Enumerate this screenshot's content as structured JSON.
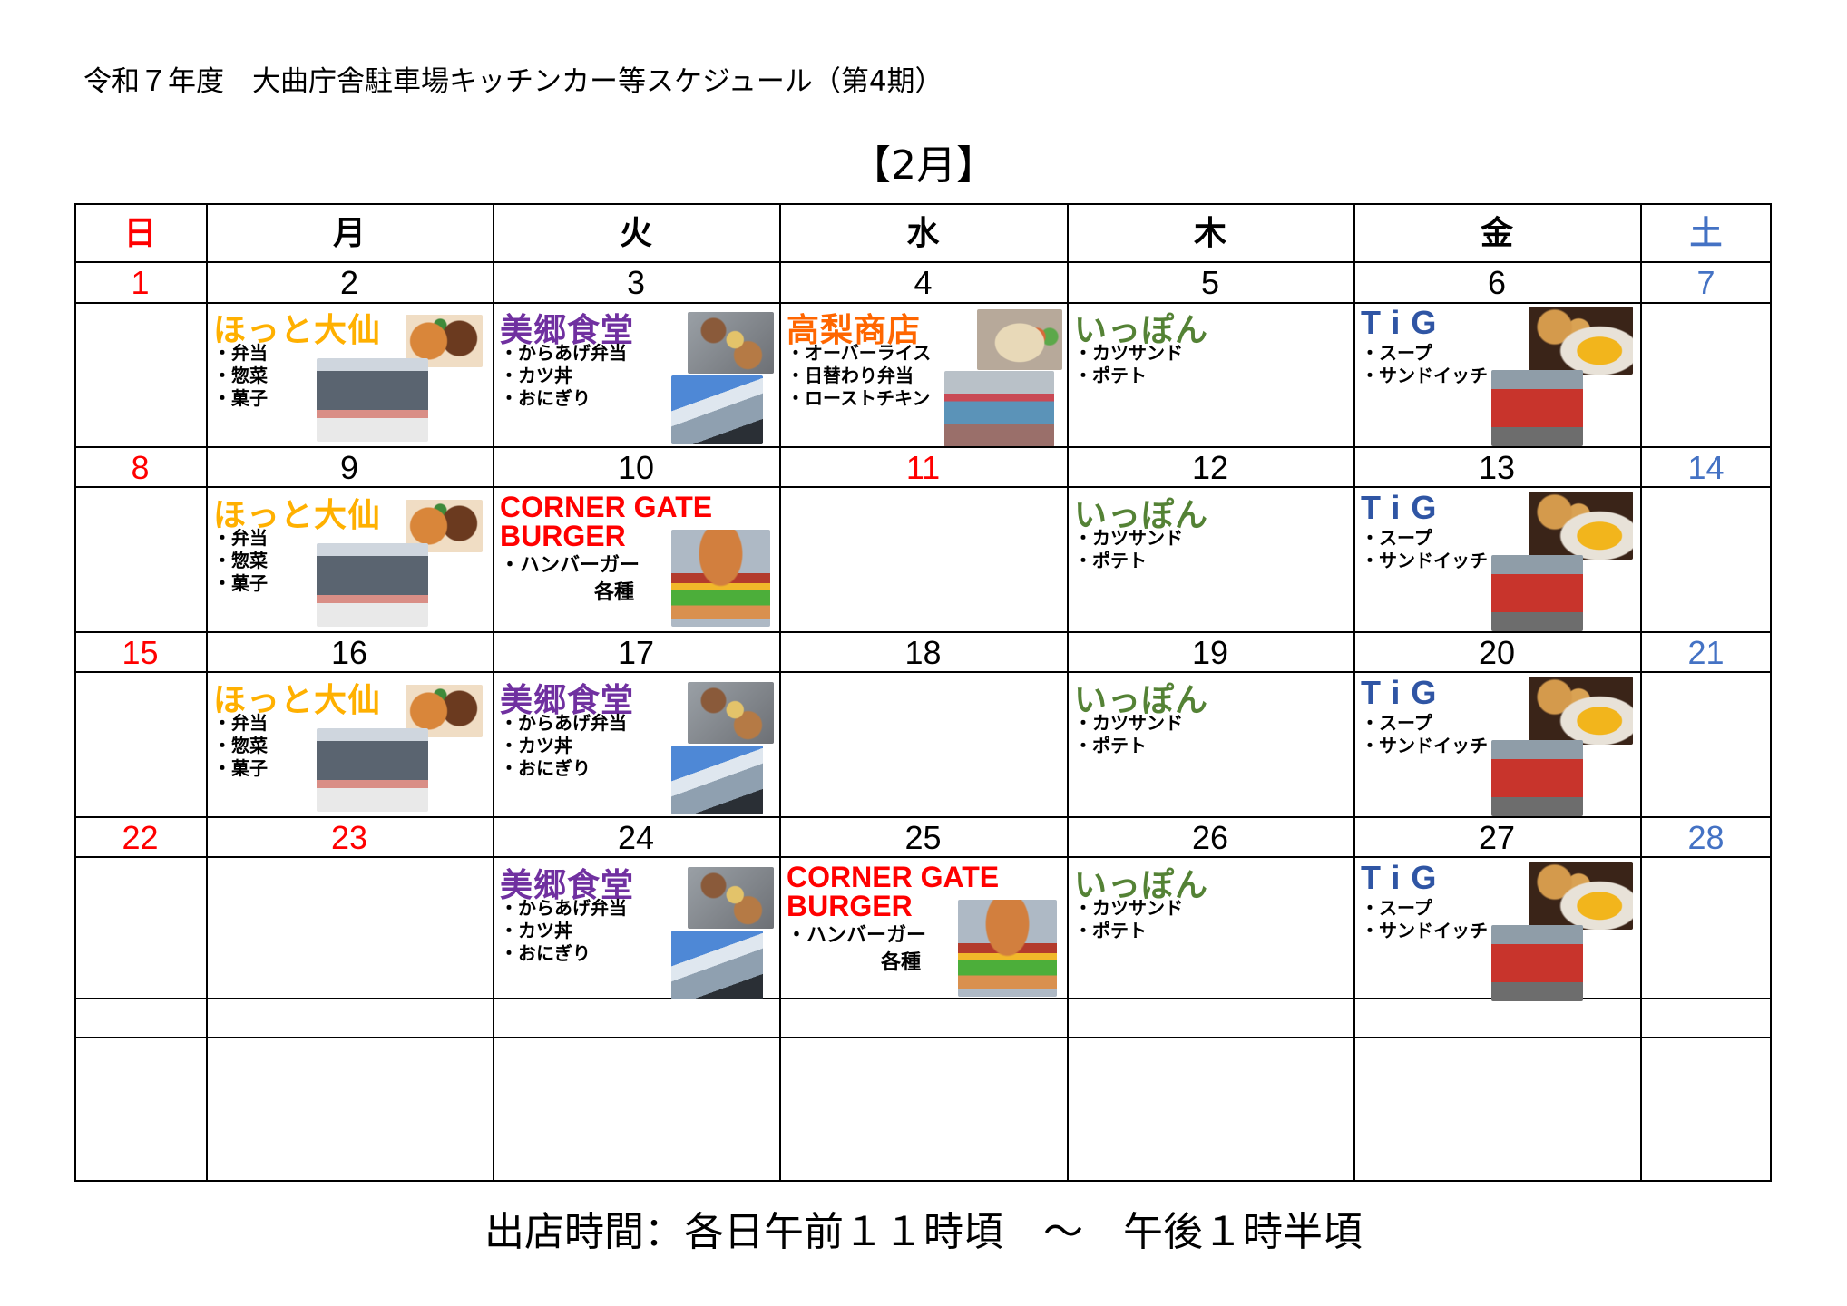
{
  "document": {
    "title": "令和７年度　大曲庁舎駐車場キッチンカー等スケジュール（第4期）",
    "month_label": "【2月】",
    "footer": "出店時間：各日午前１１時頃　～　午後１時半頃"
  },
  "colors": {
    "holiday_red": "#ff0000",
    "saturday_blue": "#4472c4",
    "hotto_daisen": "#ffb000",
    "misato_shokudo": "#7030a0",
    "takanashi_shoten": "#ff6600",
    "ippon": "#548235",
    "tig": "#2f55a4",
    "corner_gate_burger": "#ff0000"
  },
  "weekdays": [
    "日",
    "月",
    "火",
    "水",
    "木",
    "金",
    "土"
  ],
  "vendors": {
    "hotto": {
      "name": "ほっと大仙",
      "items": [
        "・弁当",
        "・惣菜",
        "・菓子"
      ]
    },
    "misato": {
      "name": "美郷食堂",
      "items": [
        "・からあげ弁当",
        "・カツ丼",
        "・おにぎり"
      ]
    },
    "takanashi": {
      "name": "高梨商店",
      "items": [
        "・オーバーライス",
        "・日替わり弁当",
        "・ローストチキン"
      ]
    },
    "ippon": {
      "name": "いっぽん",
      "items": [
        "・カツサンド",
        "・ポテト"
      ]
    },
    "tig": {
      "name": "TiG",
      "items": [
        "・スープ",
        "・サンドイッチ"
      ]
    },
    "burger": {
      "name_line1": "CORNER GATE",
      "name_line2": "BURGER",
      "items": [
        "・ハンバーガー",
        "各種"
      ]
    }
  },
  "weeks": [
    {
      "dates": [
        "1",
        "2",
        "3",
        "4",
        "5",
        "6",
        "7"
      ],
      "red": [
        0
      ],
      "vendors": [
        null,
        "hotto",
        "misato",
        "takanashi",
        "ippon",
        "tig",
        null
      ]
    },
    {
      "dates": [
        "8",
        "9",
        "10",
        "11",
        "12",
        "13",
        "14"
      ],
      "red": [
        0,
        3
      ],
      "vendors": [
        null,
        "hotto",
        "burger",
        null,
        "ippon",
        "tig",
        null
      ]
    },
    {
      "dates": [
        "15",
        "16",
        "17",
        "18",
        "19",
        "20",
        "21"
      ],
      "red": [
        0
      ],
      "vendors": [
        null,
        "hotto",
        "misato",
        null,
        "ippon",
        "tig",
        null
      ]
    },
    {
      "dates": [
        "22",
        "23",
        "24",
        "25",
        "26",
        "27",
        "28"
      ],
      "red": [
        0,
        1
      ],
      "vendors": [
        null,
        null,
        "misato",
        "burger",
        "ippon",
        "tig",
        null
      ]
    }
  ]
}
